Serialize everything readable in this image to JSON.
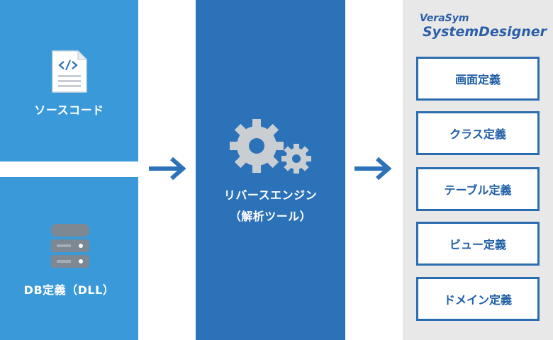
{
  "source": {
    "label": "ソースコード",
    "icon": "source-code-file-icon"
  },
  "database": {
    "label": "DB定義（DLL）",
    "icon": "database-icon"
  },
  "engine": {
    "label_line1": "リバースエンジン",
    "label_line2": "（解析ツール）",
    "icon": "gears-icon"
  },
  "logo": {
    "sub": "VeraSym",
    "main": "SystemDesigner"
  },
  "outputs": [
    {
      "label": "画面定義"
    },
    {
      "label": "クラス定義"
    },
    {
      "label": "テーブル定義"
    },
    {
      "label": "ビュー定義"
    },
    {
      "label": "ドメイン定義"
    }
  ],
  "colors": {
    "light_blue": "#3a9ad9",
    "dark_blue": "#2c72b8",
    "gray": "#e8e8e8",
    "box_border": "#2c6db0"
  }
}
